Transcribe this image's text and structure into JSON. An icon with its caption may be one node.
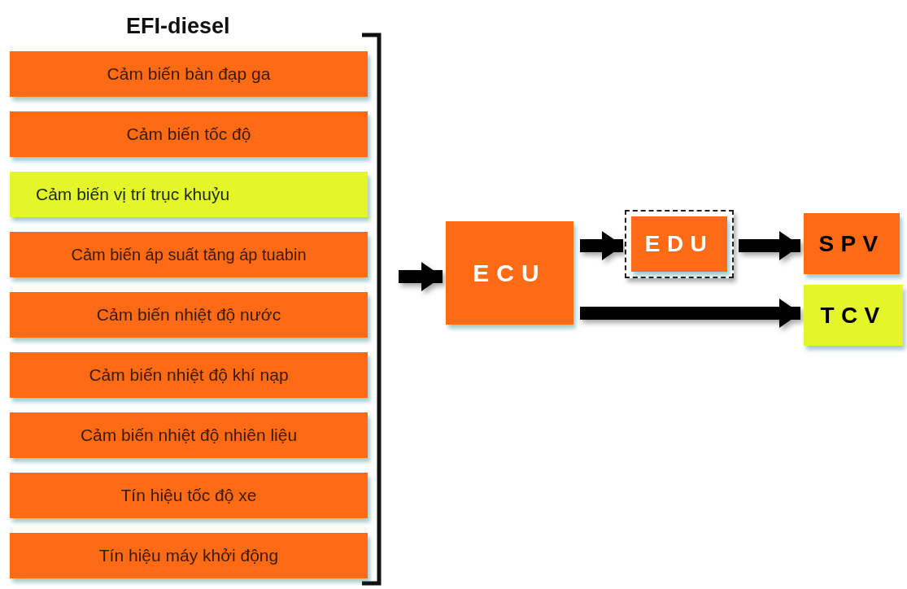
{
  "diagram": {
    "title": "EFI-diesel",
    "nodes": [
      {
        "text": [
          "Cảm biến bàn đạp ga"
        ]
      },
      {
        "text": [
          "Cảm biến tốc độ"
        ]
      },
      {
        "text": [
          "Cảm biến vị trí trục khuỷu"
        ]
      },
      {
        "text": [
          "Cảm biến áp suất tăng áp tuabin"
        ]
      },
      {
        "text": [
          "Cảm biến nhiệt độ nước"
        ]
      },
      {
        "text": [
          "Cảm biến nhiệt độ khí nạp"
        ]
      },
      {
        "text": [
          "Cảm biến nhiệt độ nhiên liệu"
        ]
      },
      {
        "text": [
          "Tín hiệu tốc độ xe"
        ]
      },
      {
        "text": [
          "Tín hiệu máy khởi động"
        ]
      },
      {
        "text": [
          "ECU"
        ]
      },
      {
        "text": [
          "EDU"
        ]
      },
      {
        "text": [
          "SPV"
        ]
      },
      {
        "text": [
          "TCV"
        ]
      }
    ],
    "edges": [
      {
        "from": null,
        "to": 9,
        "arrow": "to"
      },
      {
        "from": 9,
        "to": 10,
        "arrow": "to"
      },
      {
        "from": 10,
        "to": 11,
        "arrow": "to"
      },
      {
        "from": 9,
        "to": 12,
        "arrow": "to"
      }
    ]
  }
}
